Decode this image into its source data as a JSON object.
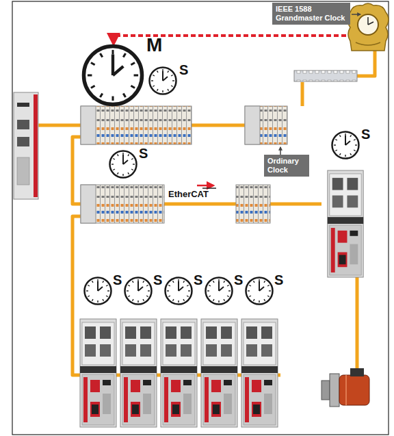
{
  "diagram": {
    "nodes": [
      {
        "text": [
          "IEEE 1588 Grandmaster Clock"
        ]
      },
      {
        "text": [
          "Ordinary Clock"
        ]
      }
    ],
    "labels": [
      "M",
      "S",
      "S",
      "S",
      "S",
      "S",
      "S",
      "S",
      "S",
      "EtherCAT"
    ]
  }
}
